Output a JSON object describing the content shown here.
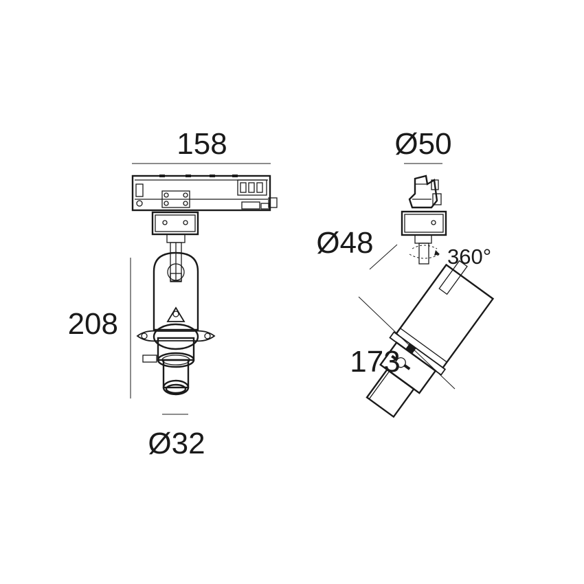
{
  "dimensions": {
    "width_top": "158",
    "height_left": "208",
    "diameter_bottom": "Ø32",
    "diameter_top_right": "Ø50",
    "diameter_body": "Ø48",
    "rotation": "360°",
    "length_diagonal": "173"
  }
}
